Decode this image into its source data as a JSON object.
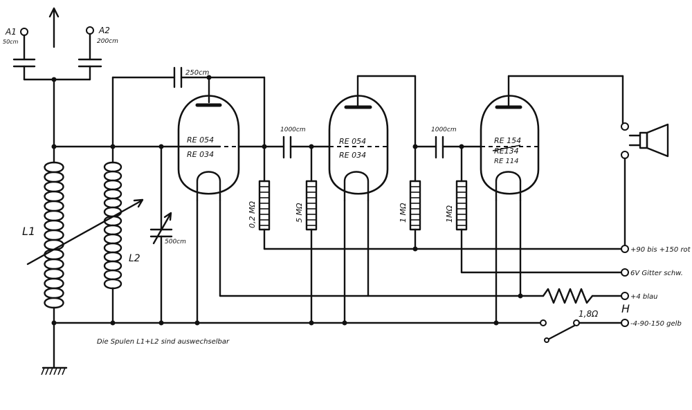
{
  "labels": {
    "antenna1": "A1",
    "antenna1_value": "50cm",
    "antenna2": "A2",
    "antenna2_value": "200cm",
    "grid_cap": "250cm",
    "coupling_cap1": "1000cm",
    "coupling_cap2": "1000cm",
    "tuning_cap": "500cm",
    "coil1": "L1",
    "coil2": "L2",
    "res1": "0,2 MΩ",
    "res2": "5 MΩ",
    "res3": "1 MΩ",
    "res4": "1MΩ",
    "heater_res": "1,8Ω",
    "switch_label": "H",
    "tube1_a": "RE 054",
    "tube1_b": "RE 034",
    "tube2_a": "RE 054",
    "tube2_b": "RE 034",
    "tube3_a": "RE 154",
    "tube3_b": "RE134",
    "tube3_c": "RE 114",
    "term1": "+90 bis +150 rot",
    "term2": "6V Gitter schw.",
    "term3": "+4 blau",
    "term4": "-4-90-150 gelb",
    "note": "Die Spulen L1+L2 sind auswechselbar"
  }
}
